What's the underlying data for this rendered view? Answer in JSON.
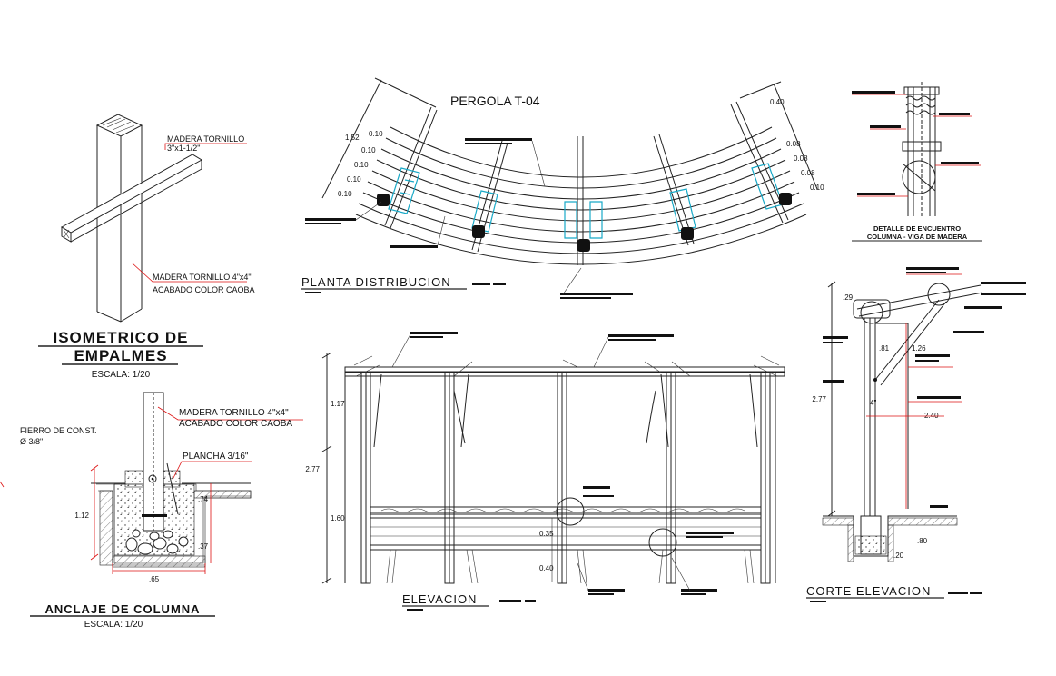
{
  "isometric": {
    "title_line1": "ISOMETRICO DE",
    "title_line2": "EMPALMES",
    "scale": "ESCALA: 1/20",
    "label_top_1": "MADERA TORNILLO",
    "label_top_2": "3\"x1-1/2\"",
    "label_bottom_1": "MADERA TORNILLO 4\"x4\"",
    "label_bottom_2": "ACABADO  COLOR CAOBA"
  },
  "anchorage": {
    "title": "ANCLAJE DE COLUMNA",
    "scale": "ESCALA: 1/20",
    "label_wood_1": "MADERA TORNILLO 4\"x4\"",
    "label_wood_2": "ACABADO  COLOR CAOBA",
    "label_plate": "PLANCHA 3/16\"",
    "label_iron_1": "FIERRO DE CONST.",
    "label_iron_2": "Ø 3/8\"",
    "dim_left": "1.12",
    "dim_mid": ".74",
    "dim_low": ".37",
    "dim_base": ".65"
  },
  "plan": {
    "title": "PERGOLA T-04",
    "subtitle": "PLANTA DISTRIBUCION",
    "dim_left": [
      "1.52",
      "0.10",
      "0.10",
      "0.10",
      "0.10",
      "0.10"
    ],
    "dim_right": [
      "0.40",
      "0.08",
      "0.08",
      "0.08",
      "0.10"
    ]
  },
  "elevation": {
    "subtitle": "ELEVACION",
    "dim_total": "2.77",
    "dim_upper": "1.17",
    "dim_lower": "1.60",
    "dim_035": "0.35",
    "dim_040": "0.40"
  },
  "detail": {
    "title_line1": "DETALLE DE ENCUENTRO",
    "title_line2": "COLUMNA - VIGA DE MADERA"
  },
  "section": {
    "subtitle": "CORTE ELEVACION",
    "dim_top": ".29",
    "dim_a": ".81",
    "dim_b": "1.26",
    "dim_total": "2.77",
    "dim_c": "2.40",
    "dim_d": ".80",
    "dim_e": ".20",
    "dim_f": "4\""
  }
}
